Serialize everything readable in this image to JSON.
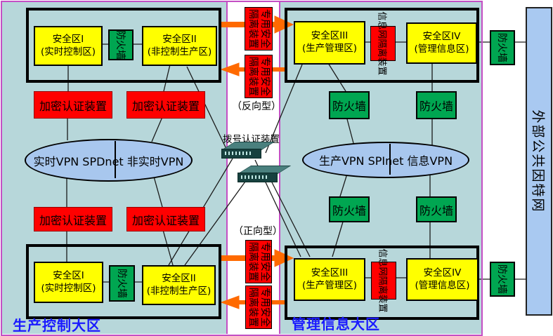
{
  "regions": {
    "left": "生产控制大区",
    "right": "管理信息大区",
    "external": "外部公共因特网"
  },
  "zones": {
    "z1": {
      "title": "安全区I",
      "sub": "(实时控制区)"
    },
    "z2": {
      "title": "安全区II",
      "sub": "(非控制生产区)"
    },
    "z3": {
      "title": "安全区III",
      "sub": "(生产管理区)"
    },
    "z4": {
      "title": "安全区IV",
      "sub": "(管理信息区)"
    }
  },
  "devices": {
    "firewall": "防火墙",
    "encryption": "加密认证装置",
    "isolation_line1": "专用安全",
    "isolation_line2": "隔离装置",
    "info_isolation": "信息网隔离装置",
    "dialup": "拨号认证装置"
  },
  "annotations": {
    "reverse": "（反向型）",
    "forward": "（正向型）"
  },
  "networks": {
    "left_ellipse": "实时VPN SPDnet  非实时VPN",
    "right_ellipse": "生产VPN  SPInet  信息VPN"
  },
  "colors": {
    "panel_bg": "#b7d7da",
    "zone_yellow": "#ffff00",
    "firewall_green": "#00a651",
    "device_red": "#ff0000",
    "arrow_orange": "#ff6a00",
    "ellipse_blue": "#a8c7ee",
    "external_bar_blue": "#a9c9f1",
    "border_magenta": "#c44fc4",
    "region_label_blue": "#1a1aff"
  }
}
